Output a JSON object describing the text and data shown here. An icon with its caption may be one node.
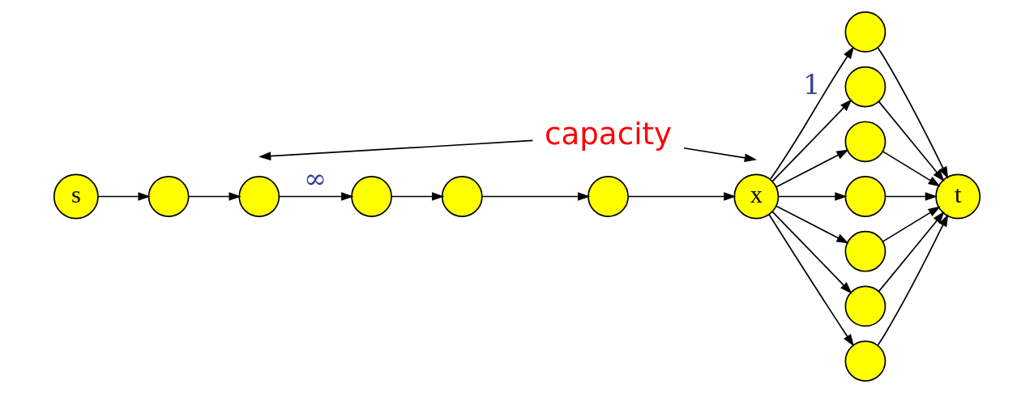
{
  "diagram": {
    "nodes": [
      {
        "text": [
          "s"
        ]
      },
      {
        "text": [],
        "shape": "circle"
      },
      {
        "text": [],
        "shape": "circle"
      },
      {
        "text": [],
        "shape": "circle"
      },
      {
        "text": [],
        "shape": "circle"
      },
      {
        "text": [],
        "shape": "circle"
      },
      {
        "text": [
          "x"
        ]
      },
      {
        "text": [],
        "shape": "circle"
      },
      {
        "text": [],
        "shape": "circle"
      },
      {
        "text": [],
        "shape": "circle"
      },
      {
        "text": [],
        "shape": "circle"
      },
      {
        "text": [],
        "shape": "circle"
      },
      {
        "text": [],
        "shape": "circle"
      },
      {
        "text": [],
        "shape": "circle"
      },
      {
        "text": [
          "t"
        ]
      },
      {
        "text": [
          "capacity"
        ]
      }
    ],
    "edges": [
      {
        "from": 0,
        "to": 1,
        "arrow": "to"
      },
      {
        "from": 1,
        "to": 2,
        "arrow": "to"
      },
      {
        "from": 2,
        "to": 3,
        "arrow": "to",
        "label": "∞"
      },
      {
        "from": 3,
        "to": 4,
        "arrow": "to"
      },
      {
        "from": 4,
        "to": 5,
        "arrow": "to"
      },
      {
        "from": 5,
        "to": 6,
        "arrow": "to"
      },
      {
        "from": 6,
        "to": 7,
        "arrow": "to",
        "label": "1"
      },
      {
        "from": 6,
        "to": 8,
        "arrow": "to"
      },
      {
        "from": 6,
        "to": 9,
        "arrow": "to"
      },
      {
        "from": 6,
        "to": 10,
        "arrow": "to"
      },
      {
        "from": 6,
        "to": 11,
        "arrow": "to"
      },
      {
        "from": 6,
        "to": 12,
        "arrow": "to"
      },
      {
        "from": 6,
        "to": 13,
        "arrow": "to"
      },
      {
        "from": 7,
        "to": 14,
        "arrow": "to"
      },
      {
        "from": 8,
        "to": 14,
        "arrow": "to"
      },
      {
        "from": 9,
        "to": 14,
        "arrow": "to"
      },
      {
        "from": 10,
        "to": 14,
        "arrow": "to"
      },
      {
        "from": 11,
        "to": 14,
        "arrow": "to"
      },
      {
        "from": 12,
        "to": 14,
        "arrow": "to"
      },
      {
        "from": 13,
        "to": 14,
        "arrow": "to"
      },
      {
        "from": 15,
        "to": null,
        "arrow": "to"
      },
      {
        "from": 15,
        "to": null,
        "arrow": "to"
      }
    ]
  }
}
